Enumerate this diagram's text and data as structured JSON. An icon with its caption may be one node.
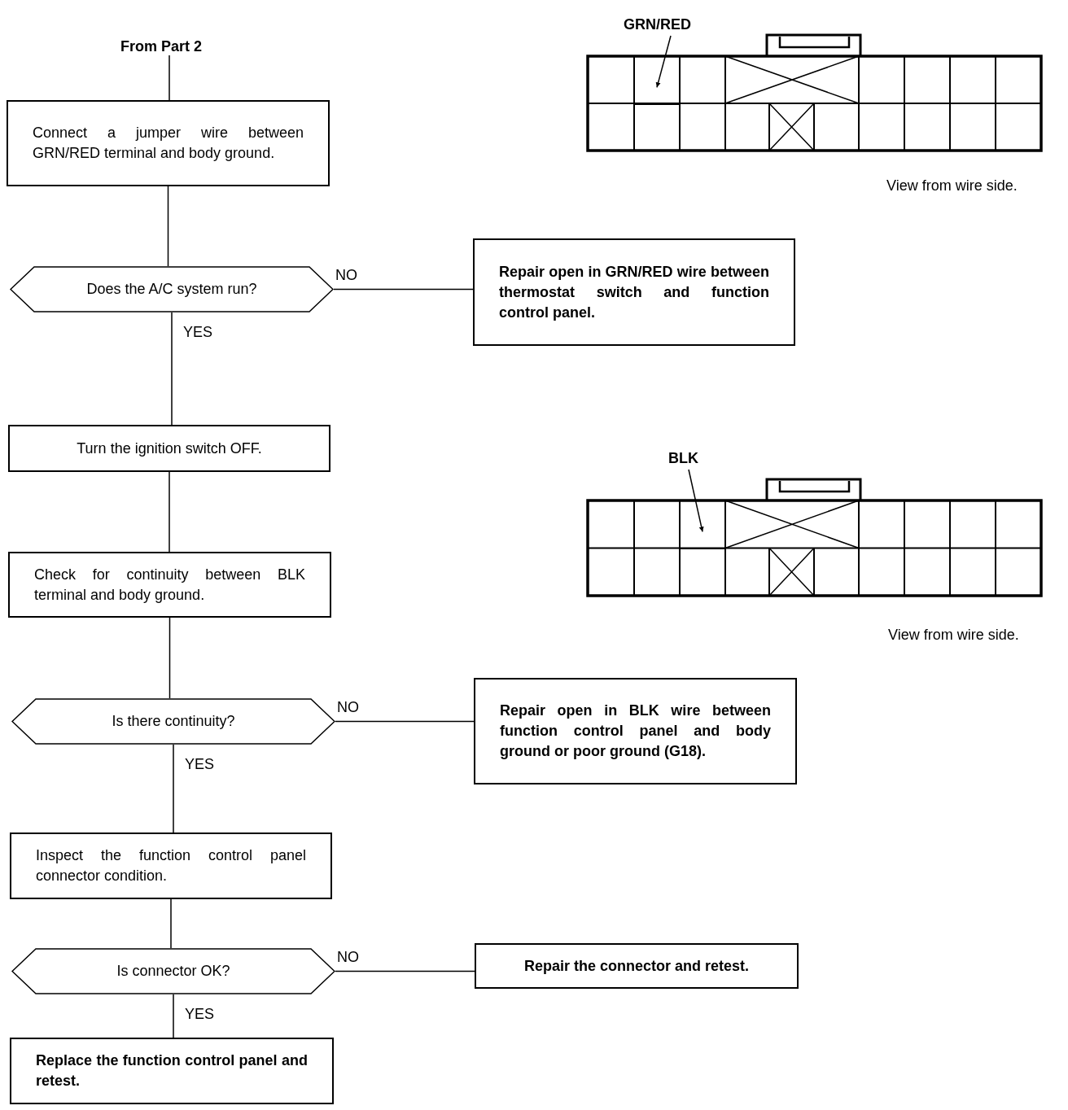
{
  "diagram": {
    "nodes": [
      {
        "text": [
          "From Part 2"
        ]
      },
      {
        "text": [
          "Connect a jumper wire between GRN/RED terminal and body ground."
        ]
      },
      {
        "text": [
          "Does the A/C system run?"
        ]
      },
      {
        "text": [
          "Repair open in GRN/RED wire between thermostat switch and function control panel."
        ]
      },
      {
        "text": [
          "Turn the ignition switch OFF."
        ]
      },
      {
        "text": [
          "Check for continuity between BLK terminal and body ground."
        ]
      },
      {
        "text": [
          "Is there continuity?"
        ]
      },
      {
        "text": [
          "Repair open in BLK wire between function control panel and body ground or poor ground (G18)."
        ]
      },
      {
        "text": [
          "Inspect the function control panel connector condition."
        ]
      },
      {
        "text": [
          "Is connector OK?"
        ]
      },
      {
        "text": [
          "Repair the connector and retest."
        ]
      },
      {
        "text": [
          "Replace the function control panel and retest."
        ]
      },
      {
        "text": [
          "GRN/RED"
        ]
      },
      {
        "text": [],
        "shape": "box"
      },
      {
        "text": [
          "BLK"
        ]
      },
      {
        "text": [],
        "shape": "box"
      }
    ],
    "edges": [
      {
        "from": 0,
        "to": 1,
        "arrow": "none"
      },
      {
        "from": 1,
        "to": 2,
        "arrow": "none"
      },
      {
        "from": 2,
        "to": 3,
        "arrow": "none",
        "label": "NO"
      },
      {
        "from": 2,
        "to": 4,
        "arrow": "none",
        "label": "YES"
      },
      {
        "from": 4,
        "to": 5,
        "arrow": "none"
      },
      {
        "from": 5,
        "to": 6,
        "arrow": "none"
      },
      {
        "from": 6,
        "to": 7,
        "arrow": "none",
        "label": "NO"
      },
      {
        "from": 6,
        "to": 8,
        "arrow": "none",
        "label": "YES"
      },
      {
        "from": 8,
        "to": 9,
        "arrow": "none"
      },
      {
        "from": 9,
        "to": 10,
        "arrow": "none",
        "label": "NO"
      },
      {
        "from": 9,
        "to": 11,
        "arrow": "none",
        "label": "YES"
      },
      {
        "from": 12,
        "to": 13,
        "arrow": "to"
      },
      {
        "from": 14,
        "to": 15,
        "arrow": "to"
      }
    ],
    "labels": [
      "View from wire side.",
      "View from wire side."
    ]
  }
}
